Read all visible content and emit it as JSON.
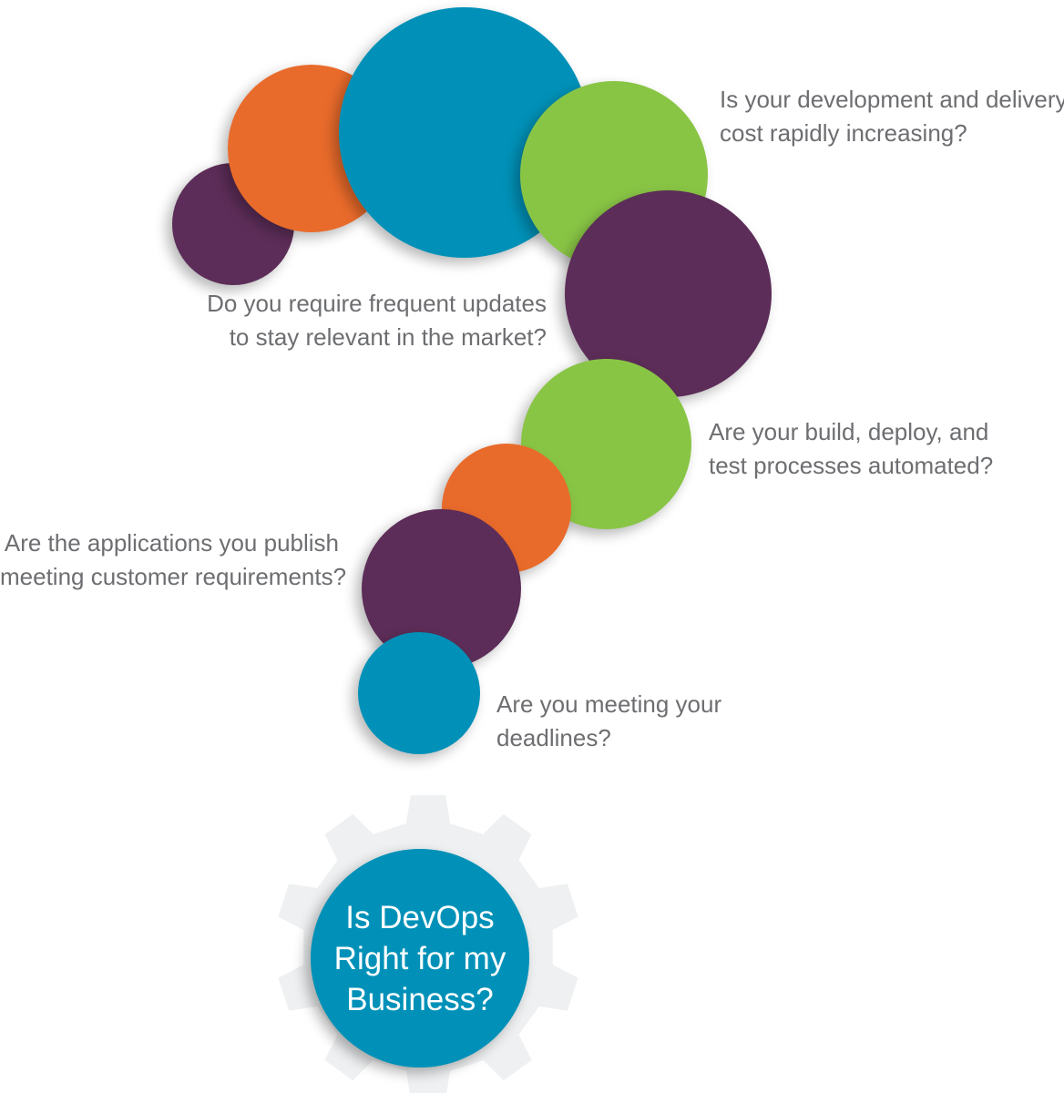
{
  "colors": {
    "purple": "#5c2d58",
    "orange": "#e96b2b",
    "blue": "#0191b8",
    "green": "#89c545",
    "gear": "#eef0f1",
    "text": "#6d6e71"
  },
  "questions": [
    {
      "id": "q1",
      "lines": [
        "Is your development and delivery",
        "cost rapidly increasing?"
      ]
    },
    {
      "id": "q2",
      "lines": [
        "Do you require frequent updates",
        "to stay relevant in the market?"
      ]
    },
    {
      "id": "q3",
      "lines": [
        "Are your build, deploy, and",
        "test processes automated?"
      ]
    },
    {
      "id": "q4",
      "lines": [
        "Are the applications you publish",
        "meeting customer requirements?"
      ]
    },
    {
      "id": "q5",
      "lines": [
        "Are you meeting your",
        "deadlines?"
      ]
    }
  ],
  "center": {
    "lines": [
      "Is DevOps",
      "Right for my",
      "Business?"
    ],
    "icon": "gear-icon"
  }
}
